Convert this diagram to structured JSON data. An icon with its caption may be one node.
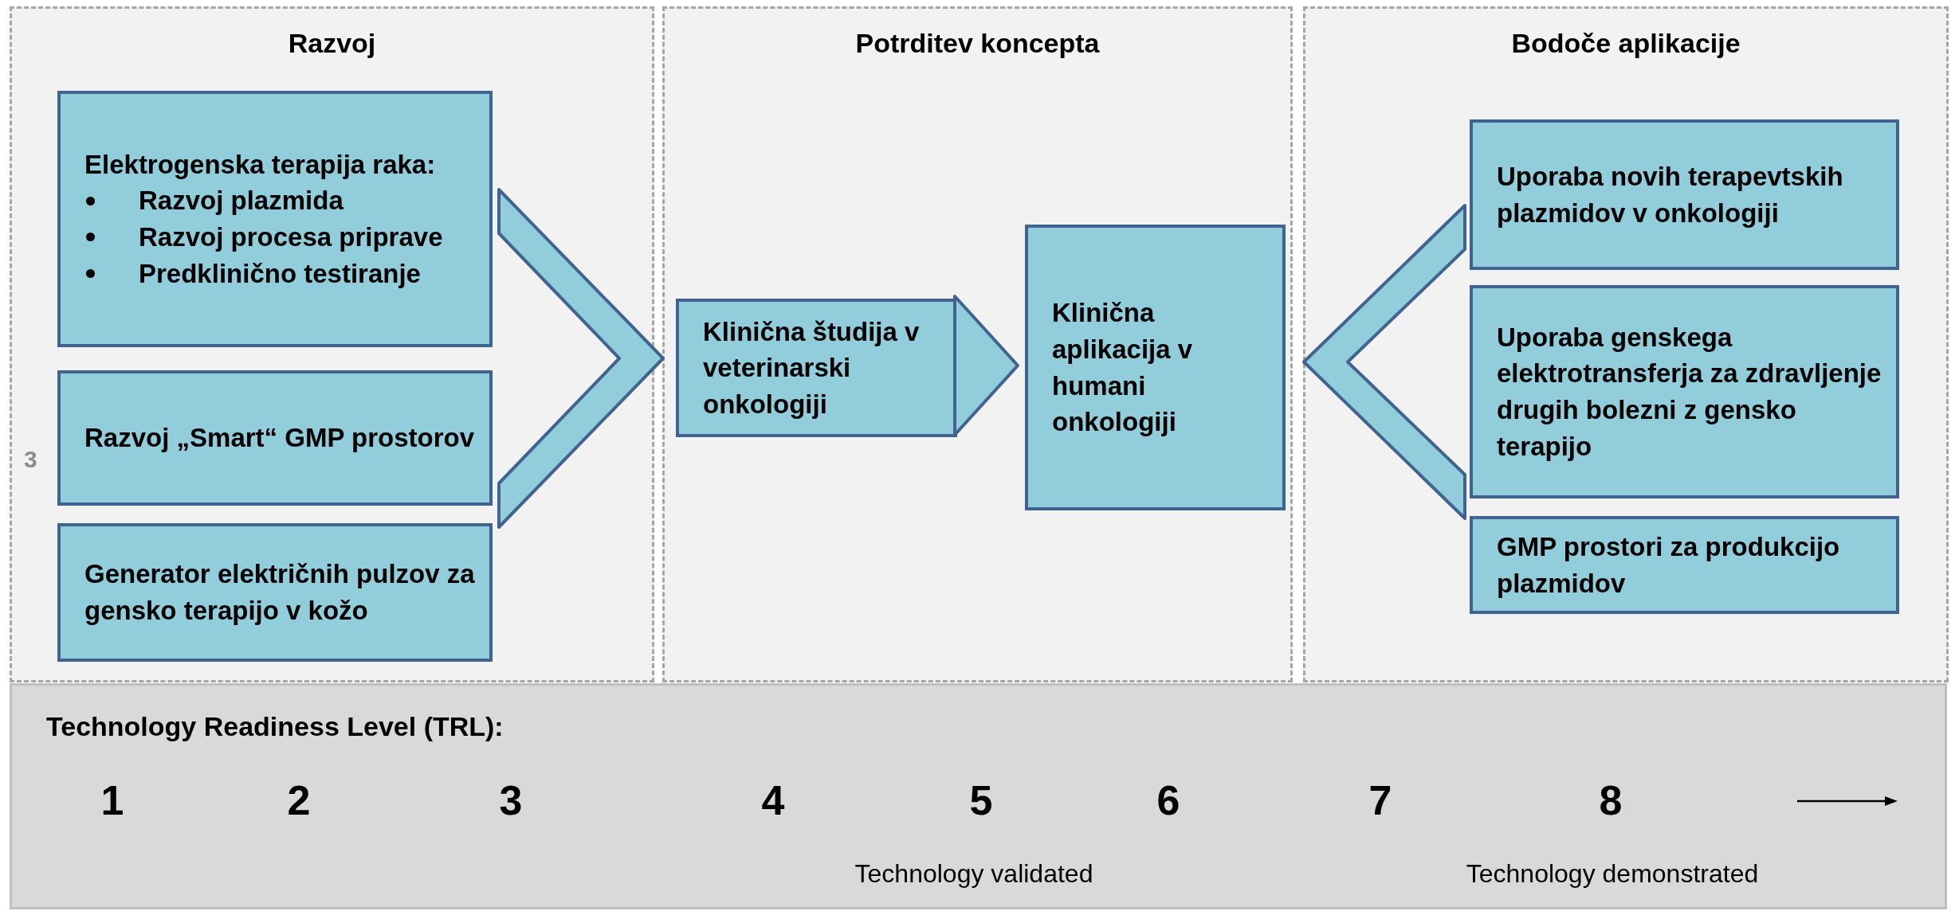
{
  "diagram": {
    "nodes": [
      {
        "text": [
          "Razvoj"
        ]
      },
      {
        "text": [
          "Elektrogenska terapija raka:",
          "Razvoj plazmida",
          "Razvoj procesa priprave",
          "Predklinično testiranje"
        ],
        "in": 0
      },
      {
        "text": [
          "Razvoj „Smart“ GMP prostorov"
        ],
        "in": 0
      },
      {
        "text": [
          "Generator električnih pulzov za gensko terapijo v kožo"
        ],
        "in": 0
      },
      {
        "text": [
          "Potrditev koncepta"
        ]
      },
      {
        "text": [
          "Klinična študija v veterinarski onkologiji"
        ],
        "in": 4
      },
      {
        "text": [
          "Klinična aplikacija v humani onkologiji"
        ],
        "in": 4
      },
      {
        "text": [
          "Bodoče aplikacije"
        ]
      },
      {
        "text": [
          "Uporaba novih terapevtskih plazmidov v onkologiji"
        ],
        "in": 7
      },
      {
        "text": [
          "Uporaba genskega elektrotransferja za zdravljenje drugih bolezni z gensko terapijo"
        ],
        "in": 7
      },
      {
        "text": [
          "GMP prostori za produkcijo plazmidov"
        ],
        "in": 7
      },
      {
        "text": [
          "Technology Readiness Level (TRL):",
          "1",
          "2",
          "3",
          "4",
          "5",
          "6",
          "7",
          "8",
          "Technology validated",
          "Technology demonstrated"
        ]
      }
    ],
    "edges": [
      {
        "from": 1,
        "to": 5,
        "arrow": "to"
      },
      {
        "from": 2,
        "to": 5,
        "arrow": "to"
      },
      {
        "from": 5,
        "to": 6,
        "arrow": "to"
      },
      {
        "from": 8,
        "to": 6,
        "arrow": "to"
      },
      {
        "from": 9,
        "to": 6,
        "arrow": "to"
      }
    ],
    "labels": [
      "3"
    ]
  }
}
